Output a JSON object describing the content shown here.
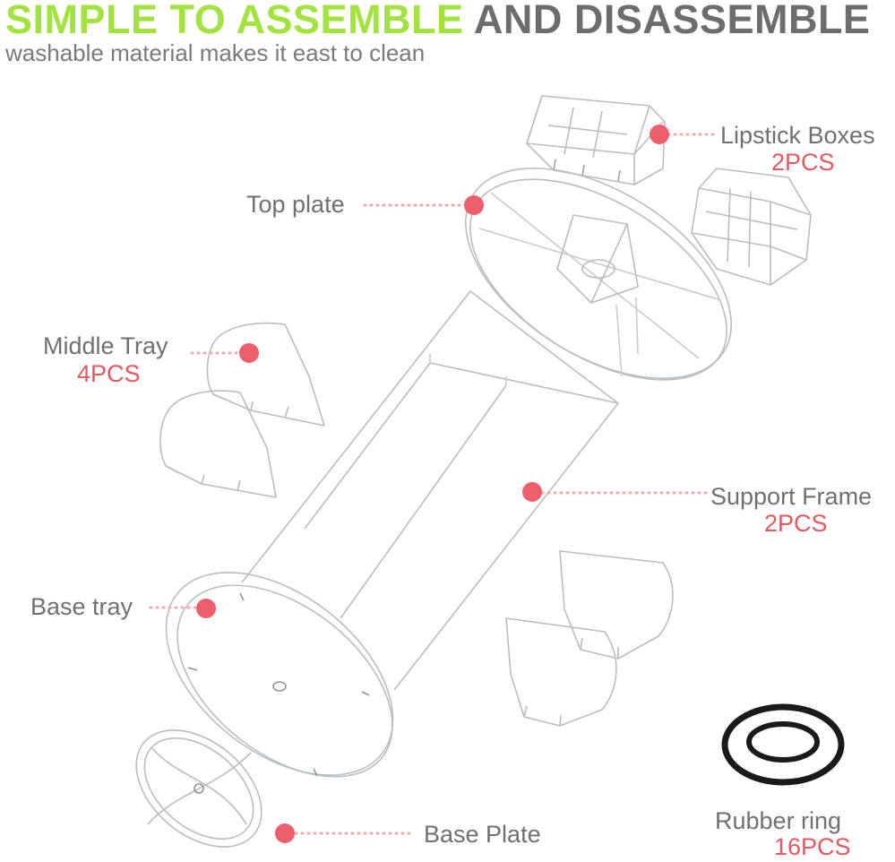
{
  "header": {
    "title_part1": "SIMPLE TO ASSEMBLE",
    "title_part2": "AND DISASSEMBLE",
    "subtitle": "washable material makes it east to clean"
  },
  "colors": {
    "accent_green": "#a3e33f",
    "title_grey": "#6d6d6d",
    "label_grey": "#707070",
    "qty_red": "#e05a63",
    "dot_red": "#ec5f6b",
    "leader_pink": "#f2a9ae"
  },
  "parts": [
    {
      "id": "lipstick-boxes",
      "label": "Lipstick Boxes",
      "qty": "2PCS"
    },
    {
      "id": "top-plate",
      "label": "Top plate",
      "qty": ""
    },
    {
      "id": "middle-tray",
      "label": "Middle Tray",
      "qty": "4PCS"
    },
    {
      "id": "support-frame",
      "label": "Support Frame",
      "qty": "2PCS"
    },
    {
      "id": "base-tray",
      "label": "Base tray",
      "qty": ""
    },
    {
      "id": "base-plate",
      "label": "Base Plate",
      "qty": ""
    },
    {
      "id": "rubber-ring",
      "label": "Rubber ring",
      "qty": "16PCS"
    }
  ]
}
